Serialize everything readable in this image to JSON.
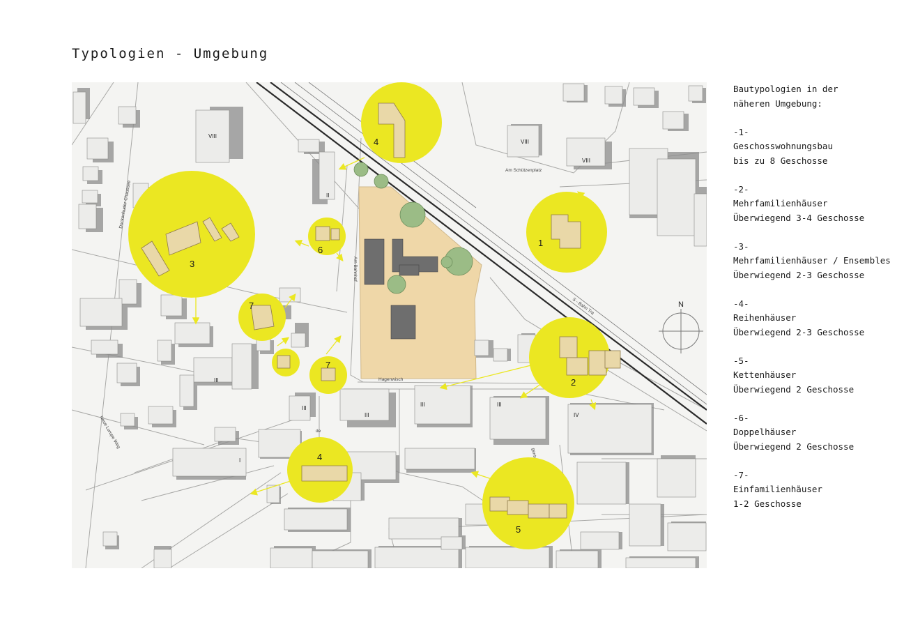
{
  "title": "Typologien - Umgebung",
  "legend": {
    "intro": [
      "Bautypologien in der",
      "näheren Umgebung:"
    ],
    "items": [
      {
        "num": "-1-",
        "lines": [
          "Geschosswohnungsbau",
          "bis zu 8 Geschosse"
        ]
      },
      {
        "num": "-2-",
        "lines": [
          "Mehrfamilienhäuser",
          "Überwiegend 3-4 Geschosse"
        ]
      },
      {
        "num": "-3-",
        "lines": [
          "Mehrfamilienhäuser / Ensembles",
          "Überwiegend 2-3 Geschosse"
        ]
      },
      {
        "num": "-4-",
        "lines": [
          "Reihenhäuser",
          "Überwiegend 2-3 Geschosse"
        ]
      },
      {
        "num": "-5-",
        "lines": [
          "Kettenhäuser",
          "Überwiegend 2 Geschosse"
        ]
      },
      {
        "num": "-6-",
        "lines": [
          "Doppelhäuser",
          "Überwiegend 2 Geschosse"
        ]
      },
      {
        "num": "-7-",
        "lines": [
          "Einfamilienhäuser",
          "1-2 Geschosse"
        ]
      }
    ]
  },
  "map": {
    "streets": [
      "Am Schützenplatz",
      "Am Bahnhof",
      "Hagenwisch",
      "Neue Lurupe Weg",
      "Dockenhuder Chaussee",
      "S - Bahn Tra",
      "gentwete",
      "de"
    ],
    "storey_labels": [
      "VIII",
      "VIII",
      "VIII",
      "III",
      "III",
      "III",
      "III",
      "III",
      "IV",
      "II",
      "I"
    ],
    "typology_markers": [
      "1",
      "2",
      "3",
      "4",
      "4",
      "5",
      "6",
      "7",
      "7"
    ],
    "north": "N"
  },
  "colors": {
    "accent": "#ebe722",
    "site": "#efd7a8",
    "building": "#e8e8e6",
    "shadow": "#8c8c8c"
  }
}
